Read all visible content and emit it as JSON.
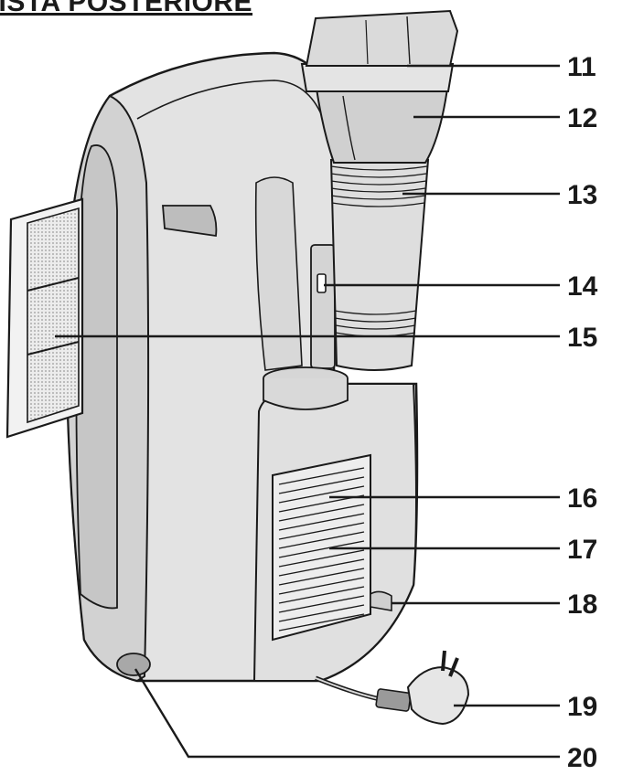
{
  "title": "VISTA POSTERIORE",
  "callouts": [
    "11",
    "12",
    "13",
    "14",
    "15",
    "16",
    "17",
    "18",
    "19",
    "20"
  ]
}
